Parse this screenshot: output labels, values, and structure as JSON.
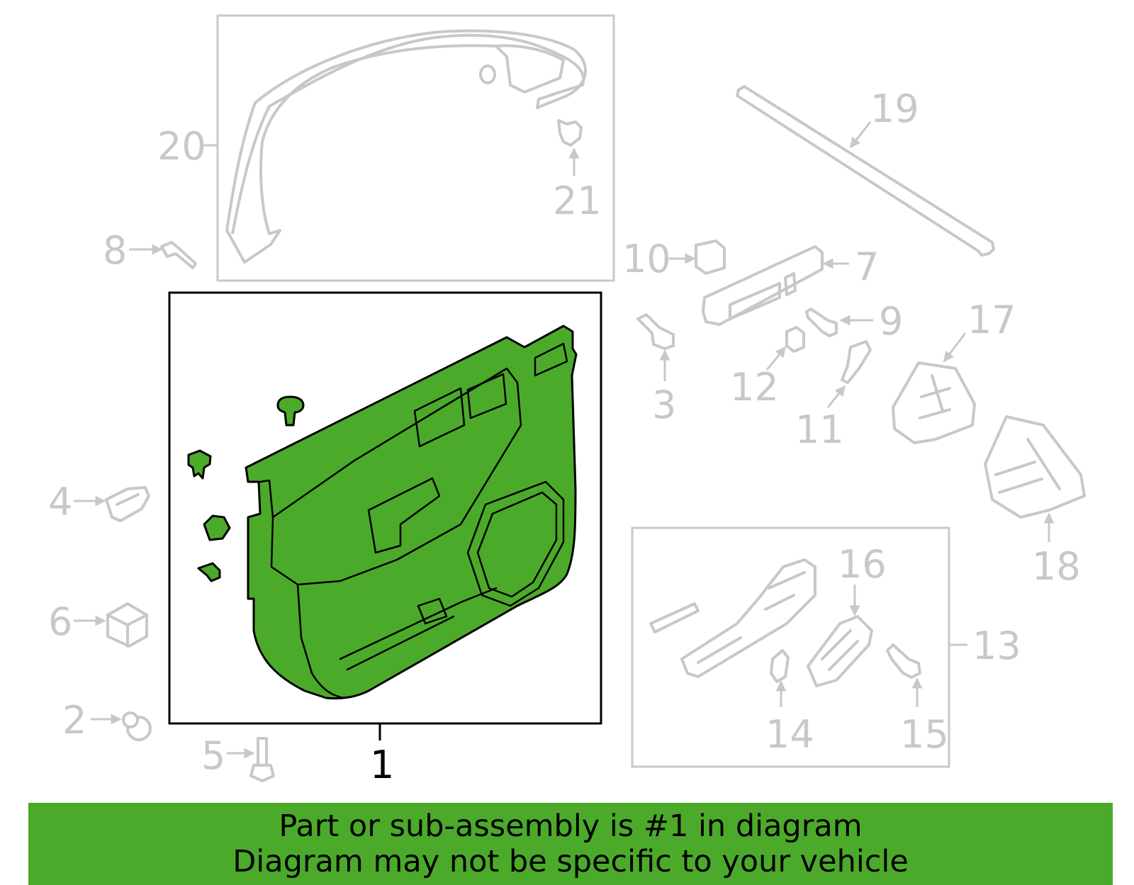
{
  "callouts": {
    "c1": "1",
    "c2": "2",
    "c3": "3",
    "c4": "4",
    "c5": "5",
    "c6": "6",
    "c7": "7",
    "c8": "8",
    "c9": "9",
    "c10": "10",
    "c11": "11",
    "c12": "12",
    "c13": "13",
    "c14": "14",
    "c15": "15",
    "c16": "16",
    "c17": "17",
    "c18": "18",
    "c19": "19",
    "c20": "20",
    "c21": "21"
  },
  "banner": {
    "line1": "Part or sub-assembly is #1 in diagram",
    "line2": "Diagram may not be specific to your vehicle"
  },
  "colors": {
    "highlight": "#4caa2b",
    "ghost": "#c8c8c8",
    "outline": "#000000"
  }
}
